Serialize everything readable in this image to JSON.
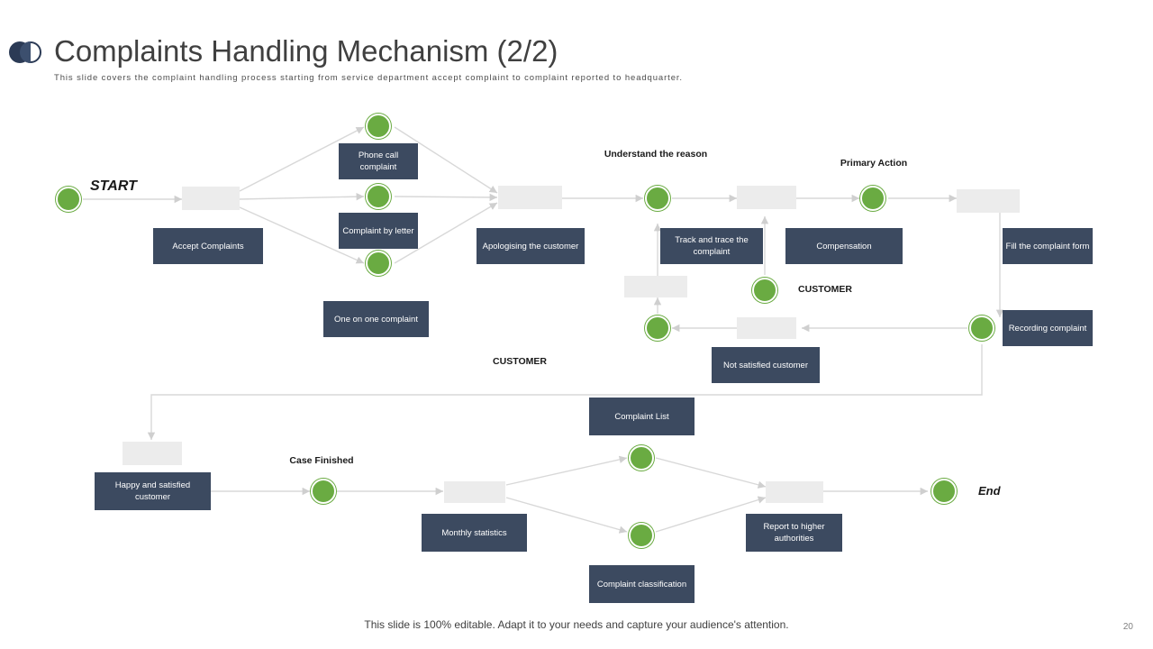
{
  "header": {
    "title": "Complaints Handling Mechanism (2/2)",
    "subtitle": "This slide covers the complaint handling process starting from service department accept complaint to complaint reported to headquarter."
  },
  "footer": {
    "note": "This slide is 100% editable. Adapt it to your needs and capture your audience's attention.",
    "page_number": "20"
  },
  "colors": {
    "node_green": "#6aab42",
    "label_navy": "#3c4a60",
    "placeholder_grey": "#ececec",
    "title_grey": "#404040"
  },
  "diagram": {
    "type": "flowchart",
    "plain_texts": [
      {
        "id": "start",
        "text": "START"
      },
      {
        "id": "understand",
        "text": "Understand the reason"
      },
      {
        "id": "primary-action",
        "text": "Primary Action"
      },
      {
        "id": "customer-right",
        "text": "CUSTOMER"
      },
      {
        "id": "customer-left",
        "text": "CUSTOMER"
      },
      {
        "id": "case-finished",
        "text": "Case Finished"
      },
      {
        "id": "end",
        "text": "End"
      }
    ],
    "labels": [
      {
        "id": "accept-complaints",
        "text": "Accept Complaints"
      },
      {
        "id": "phone-call-complaint",
        "text": "Phone call complaint"
      },
      {
        "id": "complaint-by-letter",
        "text": "Complaint by letter"
      },
      {
        "id": "one-on-one-complaint",
        "text": "One on one complaint"
      },
      {
        "id": "apologising-the-customer",
        "text": "Apologising the customer"
      },
      {
        "id": "track-and-trace-the-complaint",
        "text": "Track and trace the complaint"
      },
      {
        "id": "compensation",
        "text": "Compensation"
      },
      {
        "id": "fill-the-complaint-form",
        "text": "Fill the complaint form"
      },
      {
        "id": "recording-complaint",
        "text": "Recording complaint"
      },
      {
        "id": "not-satisfied-customer",
        "text": "Not satisfied customer"
      },
      {
        "id": "complaint-list",
        "text": "Complaint List"
      },
      {
        "id": "happy-and-satisfied-customer",
        "text": "Happy and satisfied customer"
      },
      {
        "id": "monthly-statistics",
        "text": "Monthly statistics"
      },
      {
        "id": "complaint-classification",
        "text": "Complaint classification"
      },
      {
        "id": "report-to-higher-authorities",
        "text": "Report to higher authorities"
      }
    ]
  }
}
